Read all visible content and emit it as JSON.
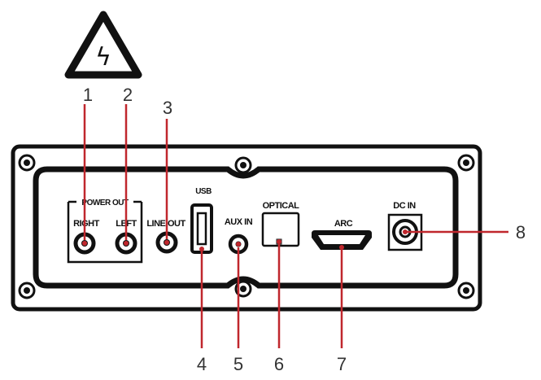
{
  "warning": {
    "icon": "high-voltage-warning-icon",
    "glyph": "ϟ"
  },
  "labels": {
    "power_out": "POWER OUT",
    "right": "RIGHT",
    "left": "LEFT",
    "line_out": "LINE OUT",
    "usb": "USB",
    "aux_in": "AUX IN",
    "optical": "OPTICAL",
    "arc": "ARC",
    "dc_in": "DC IN"
  },
  "callouts": {
    "n1": "1",
    "n2": "2",
    "n3": "3",
    "n4": "4",
    "n5": "5",
    "n6": "6",
    "n7": "7",
    "n8": "8"
  },
  "colors": {
    "callout_line": "#c0272d",
    "panel": "#111111",
    "background": "#ffffff"
  }
}
